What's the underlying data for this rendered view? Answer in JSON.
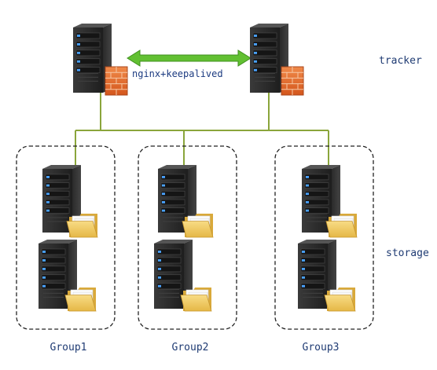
{
  "labels": {
    "tracker": "tracker",
    "storage": "storage",
    "link": "nginx+keepalived"
  },
  "groups": [
    {
      "label": "Group1"
    },
    {
      "label": "Group2"
    },
    {
      "label": "Group3"
    }
  ],
  "icons": {
    "server": "server-tower-icon",
    "firewall": "brick-firewall-icon",
    "folder": "folder-icon"
  },
  "colors": {
    "connector_line": "#8aa53b",
    "link_arrow": "#62c032",
    "label_text": "#1f3b73",
    "server_body": "#2c2c2c",
    "server_led": "#4aa3ff",
    "firewall": "#e06a2b",
    "folder": "#f0c95a"
  }
}
